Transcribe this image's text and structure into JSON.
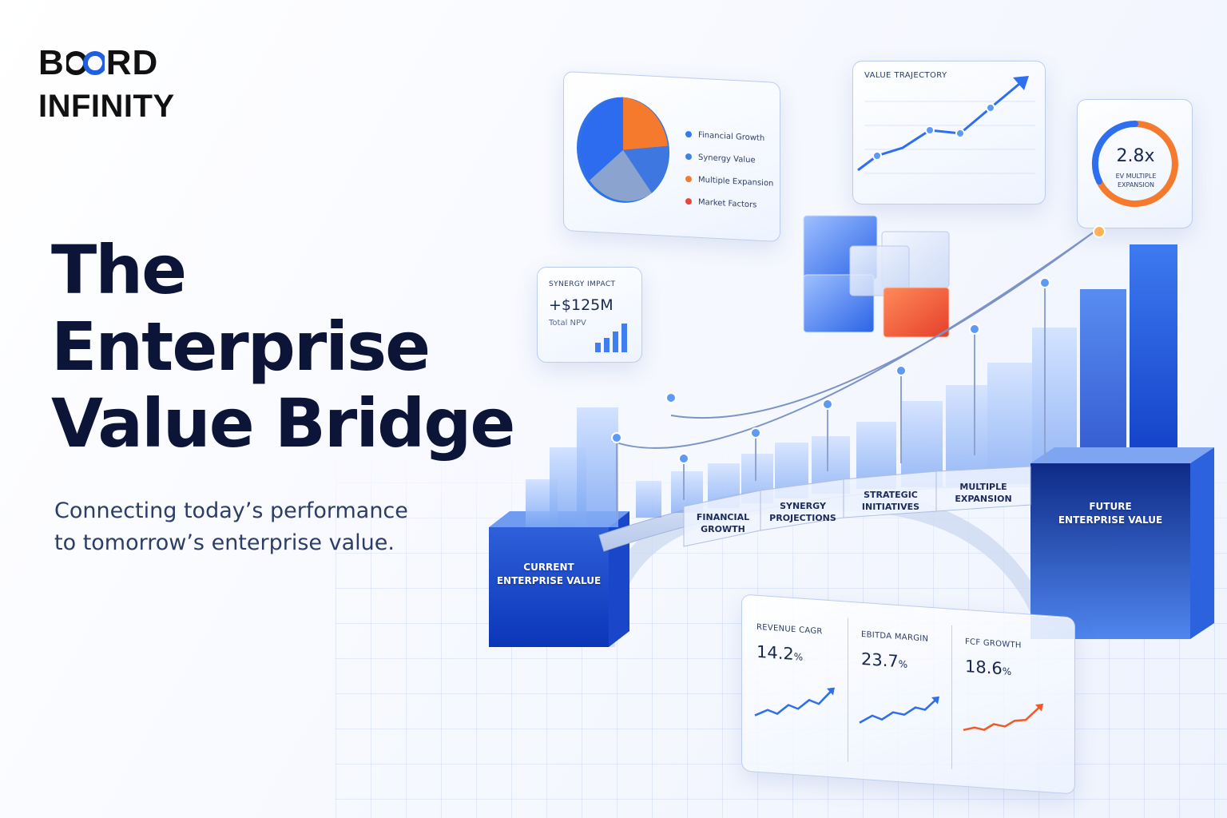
{
  "brand": {
    "line1_left": "B",
    "line1_right": "RD",
    "line2": "INFINITY"
  },
  "hero": {
    "title_lines": [
      "The",
      "Enterprise",
      "Value Bridge"
    ],
    "subtitle_lines": [
      "Connecting today’s performance",
      "to tomorrow’s enterprise value."
    ]
  },
  "pie_card": {
    "legend": [
      {
        "label": "Financial Growth",
        "color": "#2f7bf0"
      },
      {
        "label": "Synergy Value",
        "color": "#3a84e6"
      },
      {
        "label": "Multiple Expansion",
        "color": "#f57a2e"
      },
      {
        "label": "Market Factors",
        "color": "#e9443a"
      }
    ]
  },
  "trajectory_card": {
    "title": "VALUE TRAJECTORY"
  },
  "multiple_card": {
    "value": "2.8x",
    "label_lines": [
      "EV MULTIPLE",
      "EXPANSION"
    ]
  },
  "synergy_card": {
    "title": "SYNERGY IMPACT",
    "value": "+$125M",
    "subtitle": "Total NPV"
  },
  "bridge": {
    "left_pillar": [
      "CURRENT",
      "ENTERPRISE VALUE"
    ],
    "right_pillar": [
      "FUTURE",
      "ENTERPRISE VALUE"
    ],
    "stages": [
      [
        "FINANCIAL",
        "GROWTH"
      ],
      [
        "SYNERGY",
        "PROJECTIONS"
      ],
      [
        "STRATEGIC",
        "INITIATIVES"
      ],
      [
        "MULTIPLE",
        "EXPANSION"
      ]
    ]
  },
  "metrics": [
    {
      "label": "REVENUE CAGR",
      "value": "14.2",
      "unit": "%",
      "color": "#2f6fe8"
    },
    {
      "label": "EBITDA MARGIN",
      "value": "23.7",
      "unit": "%",
      "color": "#2f6fe8"
    },
    {
      "label": "FCF GROWTH",
      "value": "18.6",
      "unit": "%",
      "color": "#f05a2a"
    }
  ],
  "colors": {
    "accent": "#1f5fe0",
    "navy": "#0c1537",
    "orange": "#f57a2e"
  }
}
